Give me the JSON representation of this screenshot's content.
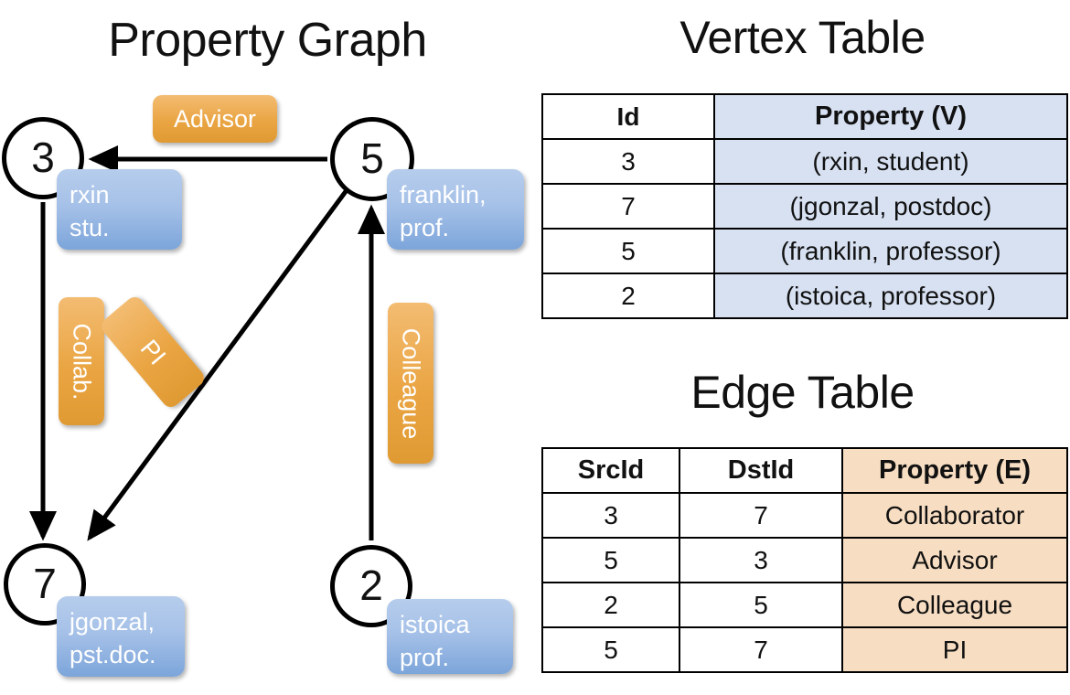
{
  "titles": {
    "property_graph": "Property Graph",
    "vertex_table": "Vertex Table",
    "edge_table": "Edge Table"
  },
  "graph": {
    "nodes": [
      {
        "id": "3",
        "property": "rxin\nstu."
      },
      {
        "id": "5",
        "property": "franklin,\nprof."
      },
      {
        "id": "7",
        "property": "jgonzal,\npst.doc."
      },
      {
        "id": "2",
        "property": "istoica\nprof."
      }
    ],
    "node_labels": {
      "n3": "3",
      "n5": "5",
      "n7": "7",
      "n2": "2"
    },
    "box_labels": {
      "rxin_line1": "rxin",
      "rxin_line2": "stu.",
      "franklin_line1": "franklin,",
      "franklin_line2": "prof.",
      "jgonzal_line1": "jgonzal,",
      "jgonzal_line2": "pst.doc.",
      "istoica_line1": "istoica",
      "istoica_line2": "prof."
    },
    "edge_labels": {
      "advisor": "Advisor",
      "collab": "Collab.",
      "pi": "PI",
      "colleague": "Colleague"
    },
    "edges": [
      {
        "src": "5",
        "dst": "3",
        "label": "Advisor"
      },
      {
        "src": "3",
        "dst": "7",
        "label": "Collab."
      },
      {
        "src": "5",
        "dst": "7",
        "label": "PI"
      },
      {
        "src": "2",
        "dst": "5",
        "label": "Colleague"
      }
    ]
  },
  "vertex_table": {
    "headers": [
      "Id",
      "Property (V)"
    ],
    "rows": [
      {
        "id": "3",
        "property": "(rxin, student)"
      },
      {
        "id": "7",
        "property": "(jgonzal, postdoc)"
      },
      {
        "id": "5",
        "property": "(franklin, professor)"
      },
      {
        "id": "2",
        "property": "(istoica, professor)"
      }
    ]
  },
  "edge_table": {
    "headers": [
      "SrcId",
      "DstId",
      "Property (E)"
    ],
    "rows": [
      {
        "src": "3",
        "dst": "7",
        "property": "Collaborator"
      },
      {
        "src": "5",
        "dst": "3",
        "property": "Advisor"
      },
      {
        "src": "2",
        "dst": "5",
        "property": "Colleague"
      },
      {
        "src": "5",
        "dst": "7",
        "property": "PI"
      }
    ]
  },
  "colors": {
    "vertex_property_cell": "#d7e1f2",
    "edge_property_cell": "#f7ddc2",
    "node_box_blue": "#a6c1e8",
    "edge_label_orange": "#eaa543",
    "stroke": "#000000",
    "background": "#ffffff"
  }
}
